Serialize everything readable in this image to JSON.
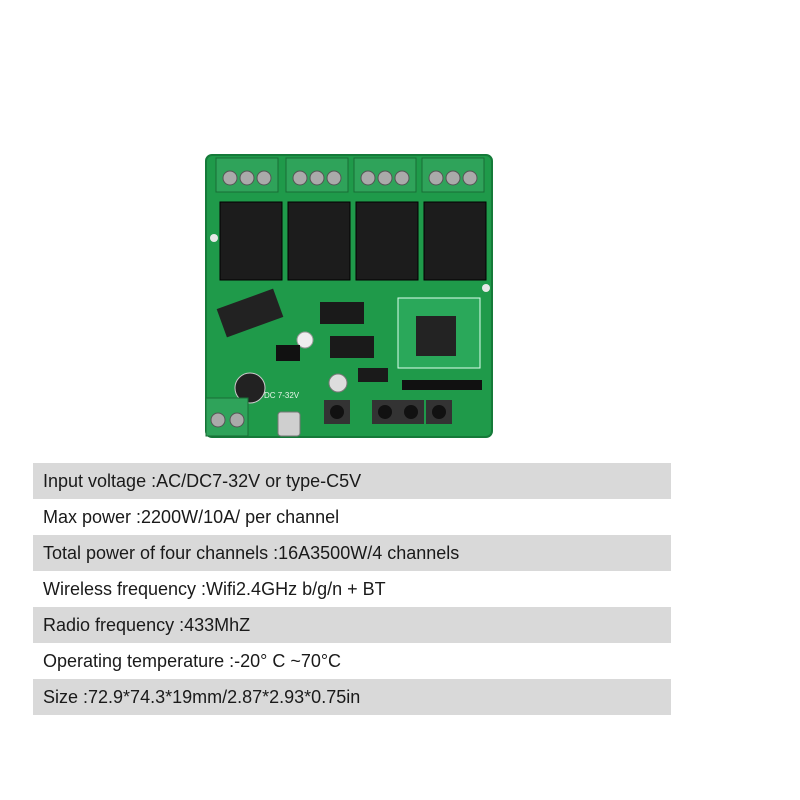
{
  "product_image": {
    "icon": "relay-board-image",
    "board_color": "#1f9a4a",
    "silkscreen_power_label": "DC 7-32V"
  },
  "specs": [
    "Input voltage :AC/DC7-32V or type-C5V",
    "Max power :2200W/10A/ per channel",
    "Total power of four channels :16A3500W/4 channels",
    "Wireless frequency :Wifi2.4GHz b/g/n + BT",
    "Radio frequency :433MhZ",
    "Operating temperature :-20° C ~70°C",
    "Size :72.9*74.3*19mm/2.87*2.93*0.75in"
  ]
}
